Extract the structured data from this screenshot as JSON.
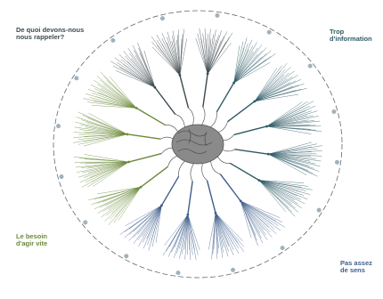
{
  "titles": {
    "memory": "De quoi devons-nous nous rappeler?",
    "overload": "Trop d'information",
    "meaning": "Pas assez de sens",
    "speed": "Le besoin d'agir vite"
  },
  "colors": {
    "memory": "#3d4a4f",
    "overload": "#2f5a66",
    "meaning": "#3f5f8c",
    "speed": "#6b8a3a",
    "dots": "#9fb2bd",
    "brain": "#8a8a8a"
  },
  "icons": {
    "center": "brain-icon"
  }
}
